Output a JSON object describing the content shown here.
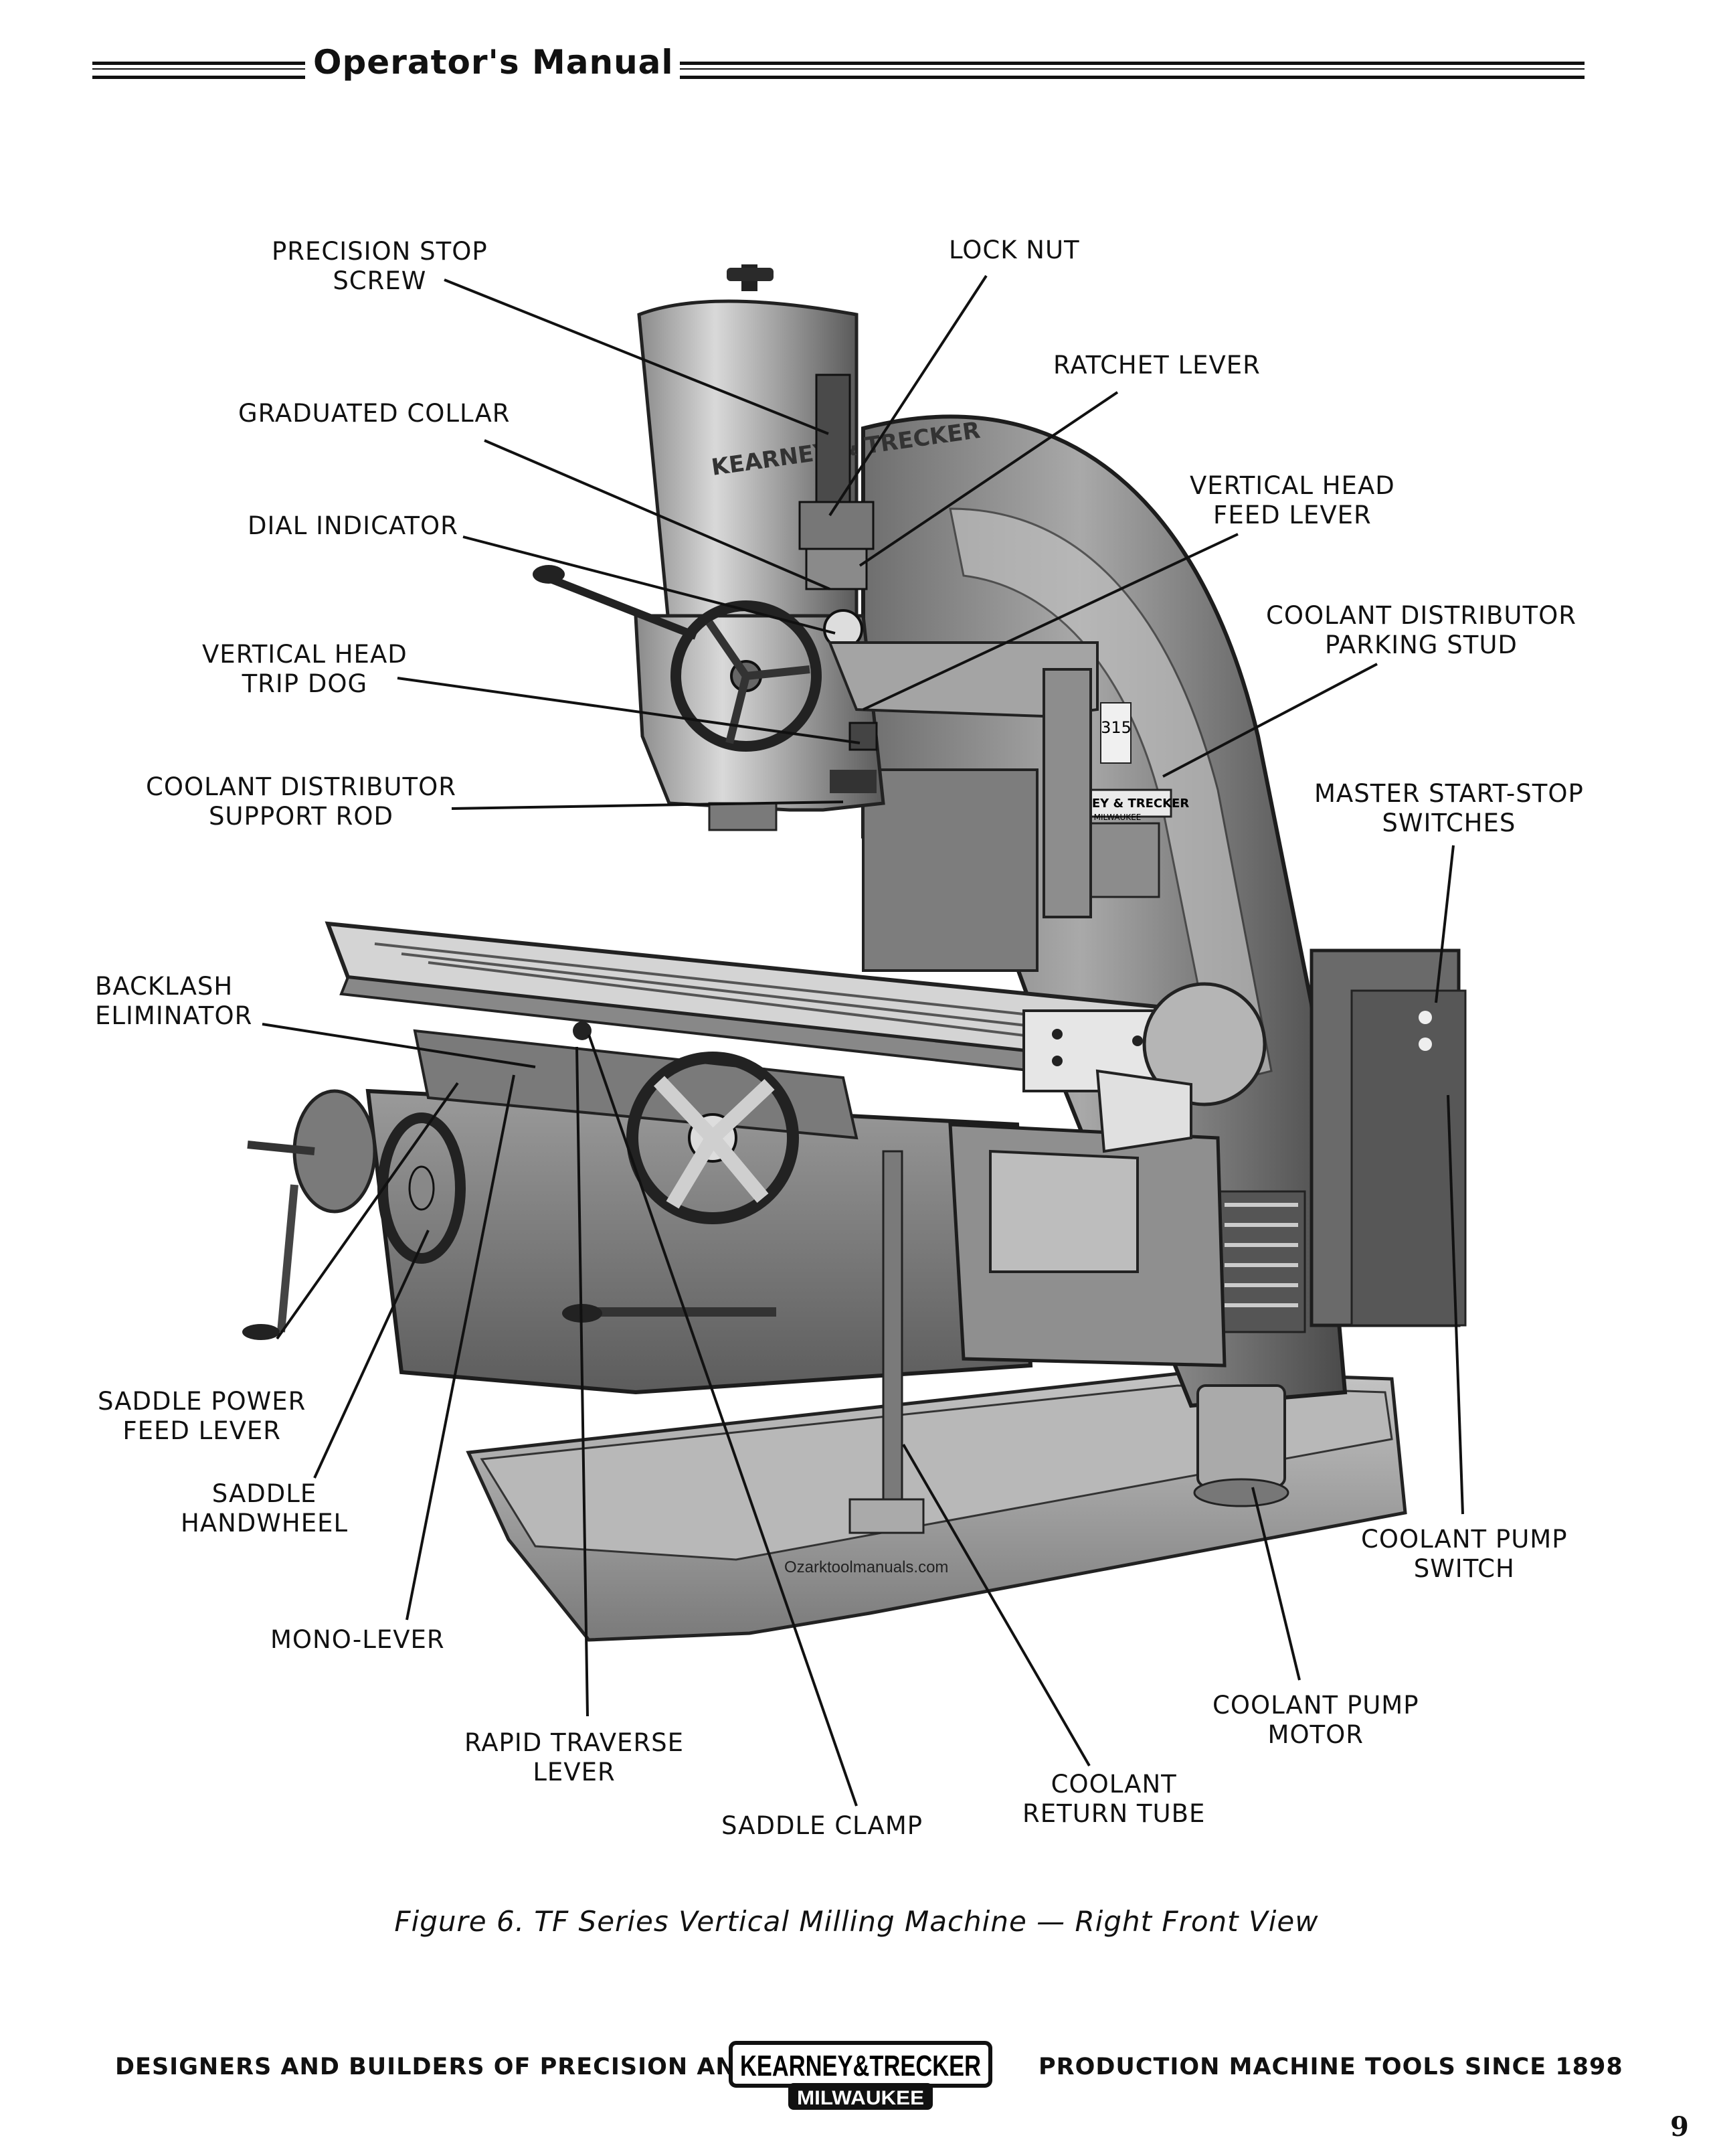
{
  "header": {
    "title": "Operator's Manual"
  },
  "figure": {
    "callouts": [
      {
        "id": "precision-stop-screw",
        "lines": [
          "PRECISION STOP",
          "SCREW"
        ]
      },
      {
        "id": "lock-nut",
        "lines": [
          "LOCK NUT"
        ]
      },
      {
        "id": "ratchet-lever",
        "lines": [
          "RATCHET LEVER"
        ]
      },
      {
        "id": "graduated-collar",
        "lines": [
          "GRADUATED COLLAR"
        ]
      },
      {
        "id": "vertical-head-feed-lever",
        "lines": [
          "VERTICAL HEAD",
          "FEED LEVER"
        ]
      },
      {
        "id": "dial-indicator",
        "lines": [
          "DIAL INDICATOR"
        ]
      },
      {
        "id": "coolant-distributor-parking-stud",
        "lines": [
          "COOLANT DISTRIBUTOR",
          "PARKING STUD"
        ]
      },
      {
        "id": "vertical-head-trip-dog",
        "lines": [
          "VERTICAL HEAD",
          "TRIP DOG"
        ]
      },
      {
        "id": "coolant-distributor-support-rod",
        "lines": [
          "COOLANT DISTRIBUTOR",
          "SUPPORT ROD"
        ]
      },
      {
        "id": "master-start-stop-switches",
        "lines": [
          "MASTER START-STOP",
          "SWITCHES"
        ]
      },
      {
        "id": "backlash-eliminator",
        "lines": [
          "BACKLASH",
          "ELIMINATOR"
        ]
      },
      {
        "id": "saddle-power-feed-lever",
        "lines": [
          "SADDLE POWER",
          "FEED LEVER"
        ]
      },
      {
        "id": "saddle-handwheel",
        "lines": [
          "SADDLE",
          "HANDWHEEL"
        ]
      },
      {
        "id": "coolant-pump-switch",
        "lines": [
          "COOLANT PUMP",
          "SWITCH"
        ]
      },
      {
        "id": "mono-lever",
        "lines": [
          "MONO-LEVER"
        ]
      },
      {
        "id": "coolant-pump-motor",
        "lines": [
          "COOLANT PUMP",
          "MOTOR"
        ]
      },
      {
        "id": "rapid-traverse-lever",
        "lines": [
          "RAPID TRAVERSE",
          "LEVER"
        ]
      },
      {
        "id": "coolant-return-tube",
        "lines": [
          "COOLANT",
          "RETURN TUBE"
        ]
      },
      {
        "id": "saddle-clamp",
        "lines": [
          "SADDLE CLAMP"
        ]
      }
    ],
    "machine_badge": "KEARNEY & TRECKER",
    "machine_badge_city": "MILWAUKEE",
    "head_badge": "KEARNEY & TRECKER",
    "model_plate": "315",
    "watermark": "Ozarktoolmanuals.com",
    "caption": "Figure 6.  TF Series Vertical Milling Machine — Right Front View"
  },
  "footer": {
    "left": "DESIGNERS AND BUILDERS OF PRECISION AND",
    "logo_main": "KEARNEY&TRECKER",
    "logo_sub": "MILWAUKEE",
    "right": "PRODUCTION MACHINE TOOLS SINCE 1898",
    "page_number": "9"
  },
  "colors": {
    "ink": "#111111",
    "machine_dark": "#3a3a3a",
    "machine_mid": "#8a8a8a",
    "machine_light": "#cfcfcf"
  }
}
